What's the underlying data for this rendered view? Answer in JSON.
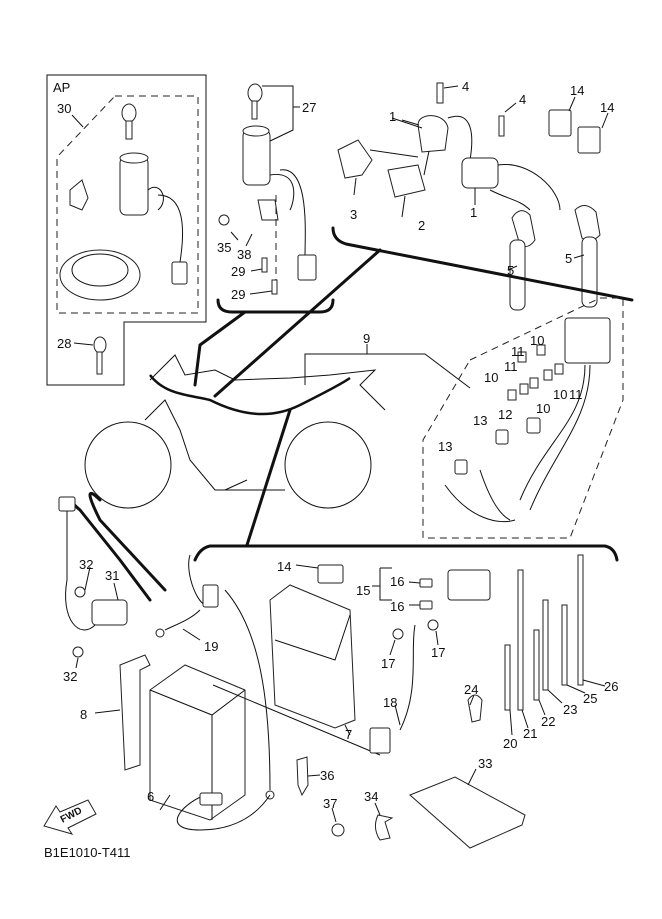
{
  "diagram": {
    "title": "Electrical 1",
    "drawing_code": "B1E1010-T411",
    "group_label": "AP",
    "direction_badge": "FWD",
    "callouts": [
      {
        "id": "c1a",
        "text": "1",
        "part": "ignition-coil"
      },
      {
        "id": "c1b",
        "text": "1",
        "part": "ignition-coil"
      },
      {
        "id": "c2",
        "text": "2",
        "part": "spark-plug-cap"
      },
      {
        "id": "c3",
        "text": "3",
        "part": "coil-cover"
      },
      {
        "id": "c4a",
        "text": "4",
        "part": "bolt"
      },
      {
        "id": "c4b",
        "text": "4",
        "part": "bolt"
      },
      {
        "id": "c5a",
        "text": "5",
        "part": "plug-cap"
      },
      {
        "id": "c5b",
        "text": "5",
        "part": "plug-cap"
      },
      {
        "id": "c6",
        "text": "6",
        "part": "battery"
      },
      {
        "id": "c7",
        "text": "7",
        "part": "battery-cover"
      },
      {
        "id": "c8",
        "text": "8",
        "part": "battery-band"
      },
      {
        "id": "c9",
        "text": "9",
        "part": "wire-harness"
      },
      {
        "id": "c10a",
        "text": "10",
        "part": "fuse"
      },
      {
        "id": "c10b",
        "text": "10",
        "part": "fuse"
      },
      {
        "id": "c10c",
        "text": "10",
        "part": "fuse"
      },
      {
        "id": "c10d",
        "text": "10",
        "part": "fuse"
      },
      {
        "id": "c11a",
        "text": "11",
        "part": "fuse"
      },
      {
        "id": "c11b",
        "text": "11",
        "part": "fuse"
      },
      {
        "id": "c11c",
        "text": "11",
        "part": "fuse"
      },
      {
        "id": "c12",
        "text": "12",
        "part": "cap"
      },
      {
        "id": "c13a",
        "text": "13",
        "part": "cap"
      },
      {
        "id": "c13b",
        "text": "13",
        "part": "cap"
      },
      {
        "id": "c14a",
        "text": "14",
        "part": "relay"
      },
      {
        "id": "c14b",
        "text": "14",
        "part": "relay"
      },
      {
        "id": "c14c",
        "text": "14",
        "part": "relay"
      },
      {
        "id": "c15",
        "text": "15",
        "part": "starter-relay-assy"
      },
      {
        "id": "c16a",
        "text": "16",
        "part": "fuse"
      },
      {
        "id": "c16b",
        "text": "16",
        "part": "fuse"
      },
      {
        "id": "c17a",
        "text": "17",
        "part": "bolt"
      },
      {
        "id": "c17b",
        "text": "17",
        "part": "bolt"
      },
      {
        "id": "c18",
        "text": "18",
        "part": "starter-motor-lead"
      },
      {
        "id": "c19",
        "text": "19",
        "part": "negative-lead"
      },
      {
        "id": "c20",
        "text": "20",
        "part": "band"
      },
      {
        "id": "c21",
        "text": "21",
        "part": "band"
      },
      {
        "id": "c22",
        "text": "22",
        "part": "band"
      },
      {
        "id": "c23",
        "text": "23",
        "part": "band"
      },
      {
        "id": "c24",
        "text": "24",
        "part": "clamp"
      },
      {
        "id": "c25",
        "text": "25",
        "part": "band"
      },
      {
        "id": "c26",
        "text": "26",
        "part": "band"
      },
      {
        "id": "c27",
        "text": "27",
        "part": "main-switch-immobilizer"
      },
      {
        "id": "c28",
        "text": "28",
        "part": "key-blank"
      },
      {
        "id": "c29a",
        "text": "29",
        "part": "screw"
      },
      {
        "id": "c29b",
        "text": "29",
        "part": "screw"
      },
      {
        "id": "c30",
        "text": "30",
        "part": "lock-set"
      },
      {
        "id": "c31",
        "text": "31",
        "part": "sidestand-switch"
      },
      {
        "id": "c32a",
        "text": "32",
        "part": "screw"
      },
      {
        "id": "c32b",
        "text": "32",
        "part": "screw"
      },
      {
        "id": "c33",
        "text": "33",
        "part": "plate"
      },
      {
        "id": "c34",
        "text": "34",
        "part": "clamp"
      },
      {
        "id": "c35",
        "text": "35",
        "part": "screw"
      },
      {
        "id": "c36",
        "text": "36",
        "part": "clip"
      },
      {
        "id": "c37",
        "text": "37",
        "part": "screw"
      },
      {
        "id": "c38",
        "text": "38",
        "part": "bracket"
      }
    ]
  }
}
